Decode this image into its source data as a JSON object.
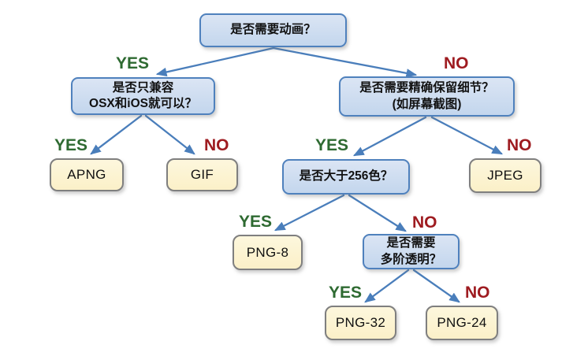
{
  "diagram": {
    "type": "decision-tree",
    "topic": "image format selection flowchart",
    "colors": {
      "decision_fill_top": "#dbe5f4",
      "decision_fill_bottom": "#c3d6ed",
      "decision_border": "#4f81bd",
      "result_fill_top": "#fdf7dd",
      "result_fill_bottom": "#fbf0c8",
      "result_border": "#7f7f7f",
      "arrow": "#4a7ebb",
      "yes_label": "#2e6a31",
      "no_label": "#9e1b20",
      "text": "#111111"
    },
    "nodes": {
      "q_animation": {
        "text": "是否需要动画？"
      },
      "q_compat": {
        "line1": "是否只兼容",
        "line2": "OSX和iOS就可以？"
      },
      "q_detail": {
        "line1": "是否需要精确保留细节？",
        "line2": "(如屏幕截图)"
      },
      "q_256": {
        "text": "是否大于256色？"
      },
      "q_alpha": {
        "line1": "是否需要",
        "line2": "多阶透明？"
      },
      "r_apng": {
        "text": "APNG"
      },
      "r_gif": {
        "text": "GIF"
      },
      "r_jpeg": {
        "text": "JPEG"
      },
      "r_png8": {
        "text": "PNG-8"
      },
      "r_png32": {
        "text": "PNG-32"
      },
      "r_png24": {
        "text": "PNG-24"
      }
    },
    "edge_labels": {
      "yes": "YES",
      "no": "NO"
    },
    "edges": [
      {
        "from": "q_animation",
        "to": "q_compat",
        "answer": "YES"
      },
      {
        "from": "q_animation",
        "to": "q_detail",
        "answer": "NO"
      },
      {
        "from": "q_compat",
        "to": "r_apng",
        "answer": "YES"
      },
      {
        "from": "q_compat",
        "to": "r_gif",
        "answer": "NO"
      },
      {
        "from": "q_detail",
        "to": "q_256",
        "answer": "YES"
      },
      {
        "from": "q_detail",
        "to": "r_jpeg",
        "answer": "NO"
      },
      {
        "from": "q_256",
        "to": "r_png8",
        "answer": "YES"
      },
      {
        "from": "q_256",
        "to": "q_alpha",
        "answer": "NO"
      },
      {
        "from": "q_alpha",
        "to": "r_png32",
        "answer": "YES"
      },
      {
        "from": "q_alpha",
        "to": "r_png24",
        "answer": "NO"
      }
    ]
  }
}
